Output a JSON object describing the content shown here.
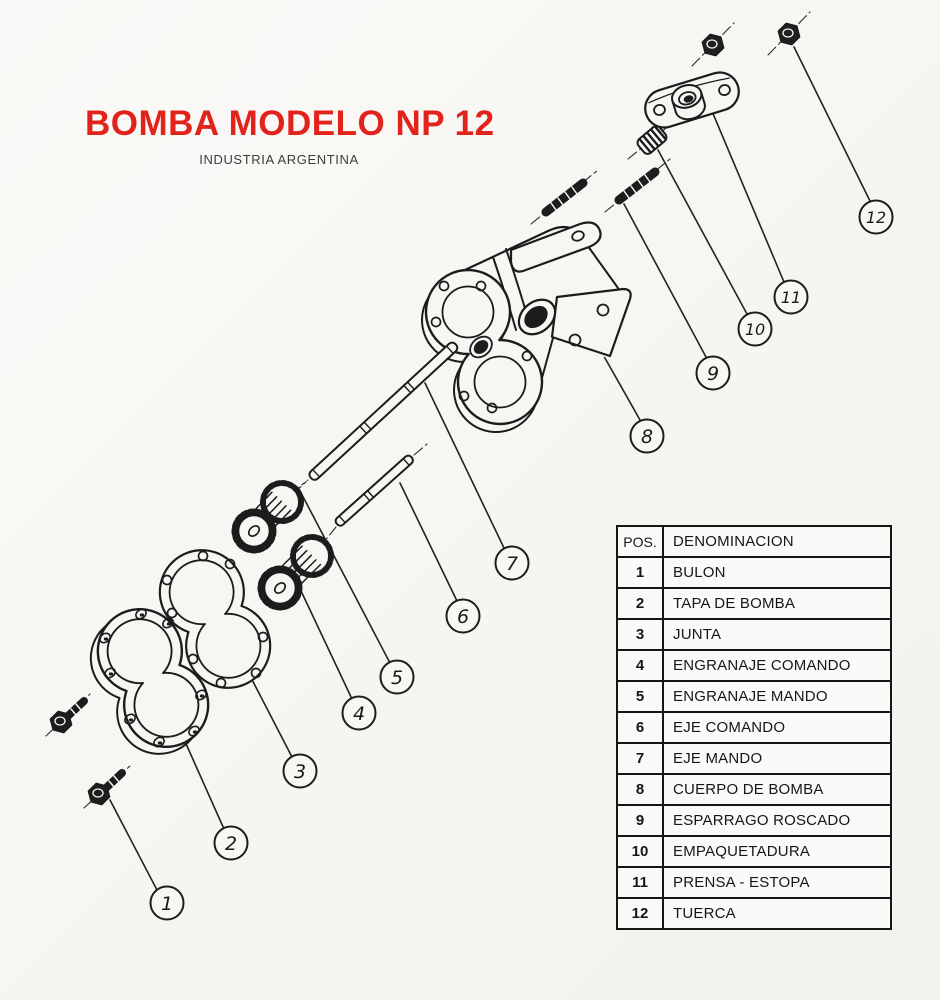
{
  "header": {
    "title": "BOMBA MODELO NP 12",
    "subtitle": "INDUSTRIA ARGENTINA"
  },
  "colors": {
    "title_red": "#e2231c",
    "line_ink": "#1c1c1c",
    "paper": "#f8f6f3"
  },
  "table": {
    "header_pos": "POS.",
    "header_name": "DENOMINACION",
    "rows": [
      {
        "pos": "1",
        "name": "BULON"
      },
      {
        "pos": "2",
        "name": "TAPA DE BOMBA"
      },
      {
        "pos": "3",
        "name": "JUNTA"
      },
      {
        "pos": "4",
        "name": "ENGRANAJE COMANDO"
      },
      {
        "pos": "5",
        "name": "ENGRANAJE MANDO"
      },
      {
        "pos": "6",
        "name": "EJE COMANDO"
      },
      {
        "pos": "7",
        "name": "EJE MANDO"
      },
      {
        "pos": "8",
        "name": "CUERPO DE BOMBA"
      },
      {
        "pos": "9",
        "name": "ESPARRAGO ROSCADO"
      },
      {
        "pos": "10",
        "name": "EMPAQUETADURA"
      },
      {
        "pos": "11",
        "name": "PRENSA - ESTOPA"
      },
      {
        "pos": "12",
        "name": "TUERCA"
      }
    ]
  },
  "callouts": [
    "1",
    "2",
    "3",
    "4",
    "5",
    "6",
    "7",
    "8",
    "9",
    "10",
    "11",
    "12"
  ]
}
